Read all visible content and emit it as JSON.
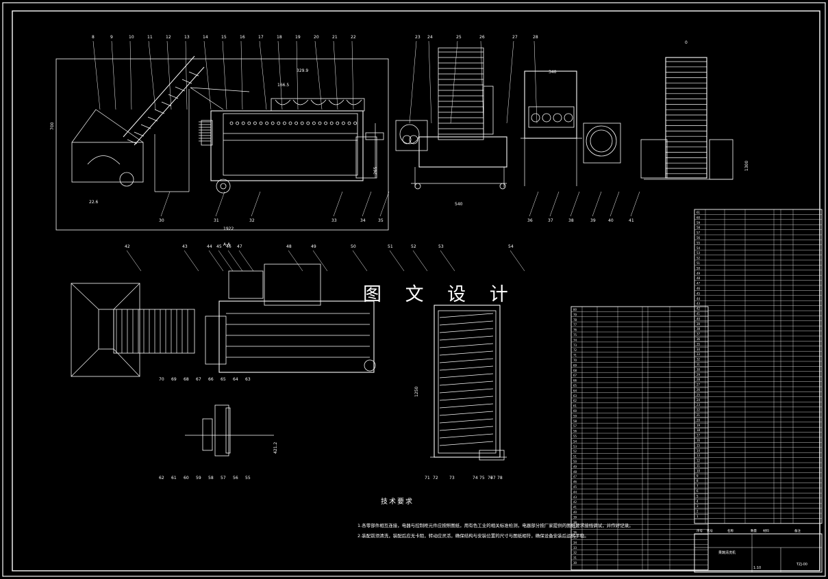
{
  "drawing": {
    "watermark": "图 文 设 计",
    "technical_requirements_title": "技术要求",
    "note_1": "1.各零部件相互连接，电器与控制柜元件应按照图纸，用有色工业的相关标准检测，电器部分按厂家提供的图纸要求接线调试，并作好记录。",
    "note_2": "2.装配前须清洗，装配后应无卡阻，转动应灵活，确保结构与安装位置的尺寸与图纸相符，确保设备安装后运转平稳。"
  },
  "dimensions": {
    "top_overall_width": "1922",
    "top_width_b": "329.9",
    "top_width_c": "166.5",
    "side_width": "540",
    "end_width": "340",
    "hopper_dim": "22.6",
    "left_height": "700",
    "conveyor_height": "1300",
    "lower_height": "1250",
    "section_label": "A-A",
    "shaft_height": "421.2",
    "small_dim": "265"
  },
  "callouts": {
    "top_left": [
      "8",
      "9",
      "10",
      "11",
      "12",
      "13",
      "14",
      "15",
      "16",
      "17",
      "18",
      "19",
      "20",
      "21",
      "22"
    ],
    "top_mid": [
      "23",
      "24",
      "25",
      "26",
      "27",
      "28"
    ],
    "top_right": [
      "0"
    ],
    "bottom_row": [
      "30",
      "31",
      "32",
      "33",
      "34",
      "35",
      "36",
      "37",
      "38",
      "39",
      "40",
      "41"
    ],
    "mid_row": [
      "42",
      "43",
      "44",
      "45",
      "46",
      "47",
      "48",
      "49",
      "50",
      "51",
      "52",
      "53",
      "54"
    ],
    "lower_left": [
      "70",
      "69",
      "68",
      "67",
      "66",
      "65",
      "64",
      "63",
      "62",
      "61",
      "60",
      "59",
      "58",
      "57",
      "56",
      "55"
    ],
    "conveyor": [
      "71",
      "72",
      "73",
      "74",
      "75",
      "76",
      "77",
      "78"
    ]
  },
  "bom_headers": {
    "no": "序号",
    "code": "代号",
    "name": "名称",
    "qty": "数量",
    "material": "材料",
    "remark": "备注"
  },
  "title_block": {
    "drawing_name": "果蔬清洗机",
    "drawing_code": "TZJ-00",
    "scale": "1:10"
  }
}
